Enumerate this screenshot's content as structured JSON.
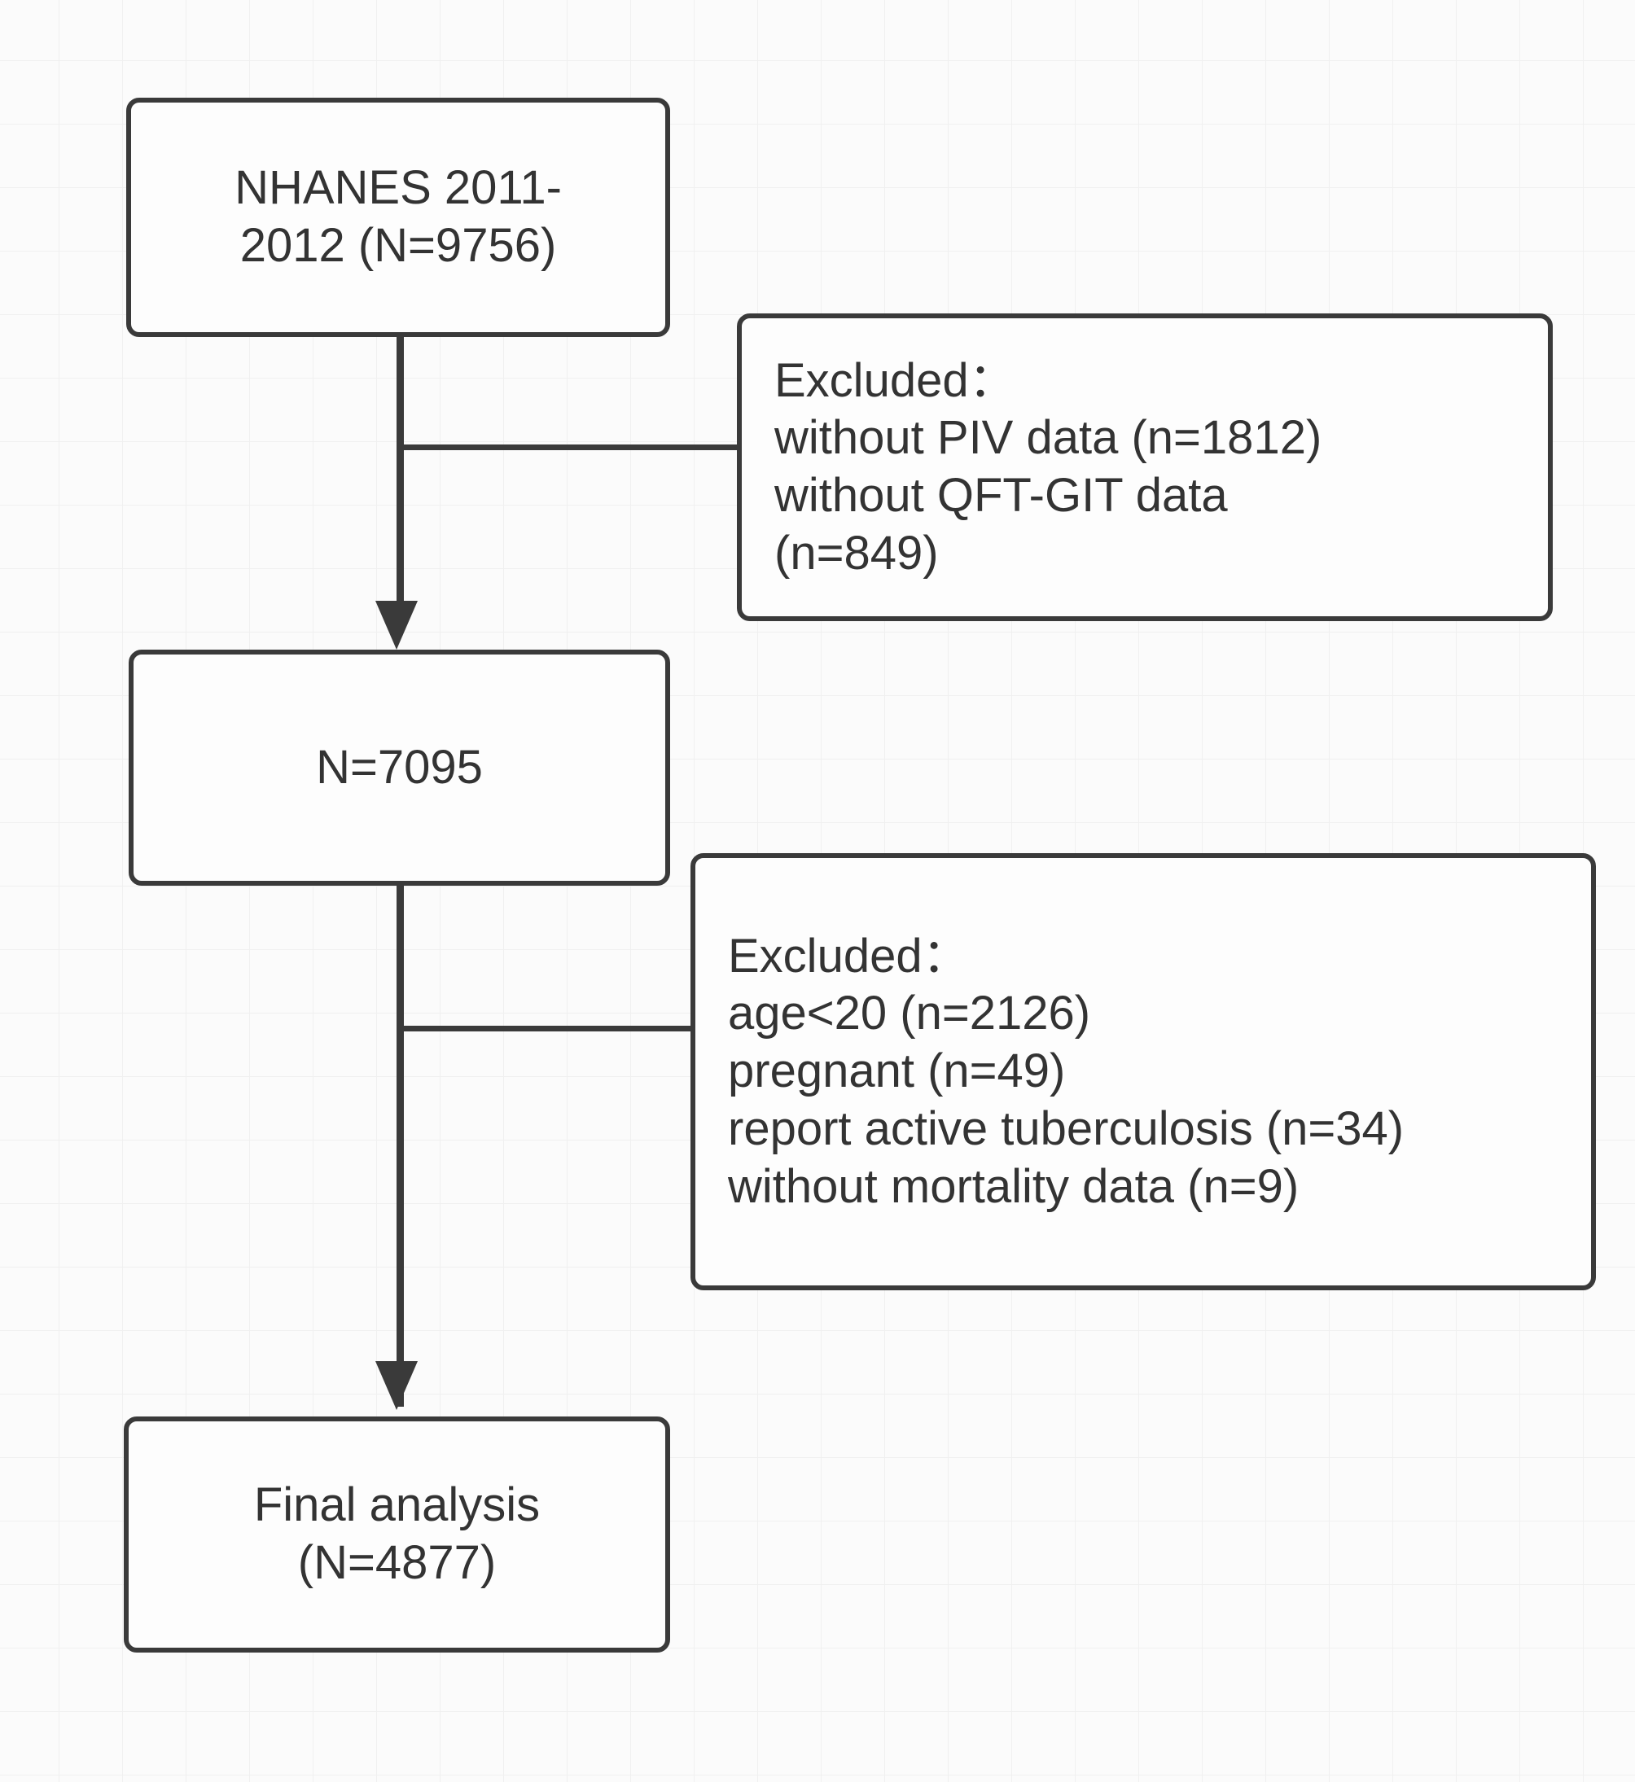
{
  "diagram": {
    "type": "flowchart",
    "title": "NHANES participant selection flow",
    "background_color": "#fbfbfb",
    "grid_color": "#f0f0f0",
    "node_border_color": "#3a3a3a",
    "node_fill_color": "#fdfdfd",
    "text_color": "#333333",
    "nodes": [
      {
        "id": "start",
        "role": "source-population",
        "align": "center",
        "text": "NHANES 2011-\n2012 (N=9756)"
      },
      {
        "id": "excl1",
        "role": "exclusion",
        "align": "left",
        "text": "Excluded：\nwithout PIV data (n=1812)\nwithout QFT-GIT data\n(n=849)"
      },
      {
        "id": "mid",
        "role": "intermediate-population",
        "align": "center",
        "text": "N=7095"
      },
      {
        "id": "excl2",
        "role": "exclusion",
        "align": "left",
        "text": "Excluded：\nage<20 (n=2126)\npregnant (n=49)\nreport active tuberculosis (n=34)\nwithout mortality data (n=9)"
      },
      {
        "id": "final",
        "role": "final-population",
        "align": "center",
        "text": "Final analysis\n(N=4877)"
      }
    ],
    "edges": [
      {
        "id": "e1",
        "from": "start",
        "to": "mid",
        "style": "arrow-down"
      },
      {
        "id": "e1b",
        "from": "e1",
        "to": "excl1",
        "style": "branch-right"
      },
      {
        "id": "e2",
        "from": "mid",
        "to": "final",
        "style": "arrow-down"
      },
      {
        "id": "e2b",
        "from": "e2",
        "to": "excl2",
        "style": "branch-right"
      }
    ],
    "counts": {
      "initial_N": 9756,
      "without_PIV_data_n": 1812,
      "without_QFT_GIT_data_n": 849,
      "after_first_exclusion_N": 7095,
      "age_under_20_n": 2126,
      "pregnant_n": 49,
      "report_active_tuberculosis_n": 34,
      "without_mortality_data_n": 9,
      "final_N": 4877
    }
  }
}
